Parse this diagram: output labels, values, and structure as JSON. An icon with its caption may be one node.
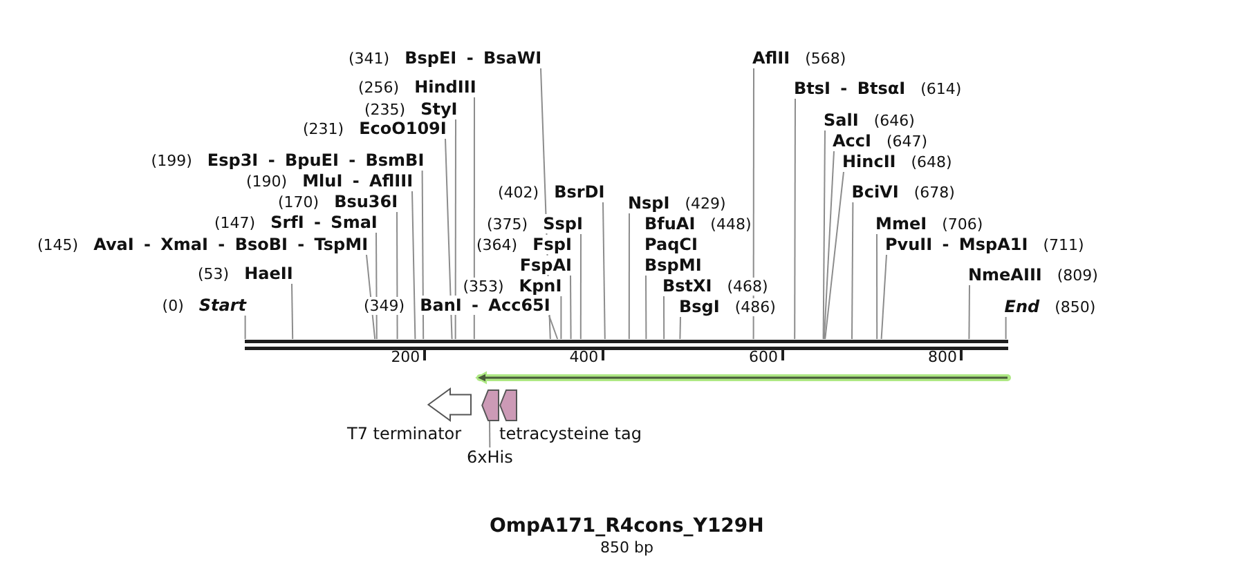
{
  "diagram": {
    "title": "OmpA171_R4cons_Y129H",
    "caption": "850 bp",
    "nodes": [
      {
        "text": [
          "(341)",
          "BspEI - BsaWI"
        ]
      },
      {
        "text": [
          "AflII",
          "(568)"
        ]
      },
      {
        "text": [
          "(256)",
          "HindIII"
        ]
      },
      {
        "text": [
          "BtsI - BtsαI",
          "(614)"
        ]
      },
      {
        "text": [
          "(235)",
          "StyI"
        ]
      },
      {
        "text": [
          "SalI",
          "(646)"
        ]
      },
      {
        "text": [
          "(231)",
          "EcoO109I"
        ]
      },
      {
        "text": [
          "AccI",
          "(647)"
        ]
      },
      {
        "text": [
          "(199)",
          "Esp3I - BpuEI - BsmBI"
        ]
      },
      {
        "text": [
          "HincII",
          "(648)"
        ]
      },
      {
        "text": [
          "(190)",
          "MluI - AflIII"
        ]
      },
      {
        "text": [
          "(402)",
          "BsrDI"
        ]
      },
      {
        "text": [
          "BciVI",
          "(678)"
        ]
      },
      {
        "text": [
          "(170)",
          "Bsu36I"
        ]
      },
      {
        "text": [
          "NspI",
          "(429)"
        ]
      },
      {
        "text": [
          "(147)",
          "SrfI - SmaI"
        ]
      },
      {
        "text": [
          "(375)",
          "SspI"
        ]
      },
      {
        "text": [
          "BfuAI",
          "(448)",
          "PaqCI",
          "BspMI"
        ]
      },
      {
        "text": [
          "MmeI",
          "(706)"
        ]
      },
      {
        "text": [
          "(145)",
          "AvaI - XmaI - BsoBI - TspMI"
        ]
      },
      {
        "text": [
          "(364)",
          "FspI",
          "FspAI"
        ]
      },
      {
        "text": [
          "PvuII - MspA1I",
          "(711)"
        ]
      },
      {
        "text": [
          "(53)",
          "HaeII"
        ]
      },
      {
        "text": [
          "NmeAIII",
          "(809)"
        ]
      },
      {
        "text": [
          "(353)",
          "KpnI"
        ]
      },
      {
        "text": [
          "BstXI",
          "(468)"
        ]
      },
      {
        "text": [
          "(0)",
          "Start"
        ]
      },
      {
        "text": [
          "(349)",
          "BanI - Acc65I"
        ]
      },
      {
        "text": [
          "End",
          "(850)"
        ]
      },
      {
        "text": [
          "BsgI",
          "(486)"
        ]
      },
      {
        "text": [],
        "shape": "bar"
      },
      {
        "text": [],
        "shape": "arrow"
      },
      {
        "text": [
          "T7 terminator"
        ]
      },
      {
        "text": [],
        "shape": "arrow"
      },
      {
        "text": [
          "tetracysteine tag"
        ]
      },
      {
        "text": [
          "6xHis"
        ]
      }
    ],
    "edges": [
      {
        "from": 0,
        "to": 30,
        "arrow": "none"
      },
      {
        "from": 1,
        "to": 30,
        "arrow": "none"
      },
      {
        "from": 2,
        "to": 30,
        "arrow": "none"
      },
      {
        "from": 3,
        "to": 30,
        "arrow": "none"
      },
      {
        "from": 4,
        "to": 30,
        "arrow": "none"
      },
      {
        "from": 5,
        "to": 30,
        "arrow": "none"
      },
      {
        "from": 6,
        "to": 30,
        "arrow": "none"
      },
      {
        "from": 7,
        "to": 30,
        "arrow": "none"
      },
      {
        "from": 8,
        "to": 30,
        "arrow": "none"
      },
      {
        "from": 9,
        "to": 30,
        "arrow": "none"
      },
      {
        "from": 10,
        "to": 30,
        "arrow": "none"
      },
      {
        "from": 11,
        "to": 30,
        "arrow": "none"
      },
      {
        "from": 12,
        "to": 30,
        "arrow": "none"
      },
      {
        "from": 13,
        "to": 30,
        "arrow": "none"
      },
      {
        "from": 14,
        "to": 30,
        "arrow": "none"
      },
      {
        "from": 15,
        "to": 30,
        "arrow": "none"
      },
      {
        "from": 16,
        "to": 30,
        "arrow": "none"
      },
      {
        "from": 17,
        "to": 30,
        "arrow": "none"
      },
      {
        "from": 18,
        "to": 30,
        "arrow": "none"
      },
      {
        "from": 19,
        "to": 30,
        "arrow": "none"
      },
      {
        "from": 20,
        "to": 30,
        "arrow": "none"
      },
      {
        "from": 21,
        "to": 30,
        "arrow": "none"
      },
      {
        "from": 22,
        "to": 30,
        "arrow": "none"
      },
      {
        "from": 23,
        "to": 30,
        "arrow": "none"
      },
      {
        "from": 24,
        "to": 30,
        "arrow": "none"
      },
      {
        "from": 25,
        "to": 30,
        "arrow": "none"
      },
      {
        "from": 26,
        "to": 30,
        "arrow": "none"
      },
      {
        "from": 27,
        "to": 30,
        "arrow": "none"
      },
      {
        "from": 28,
        "to": 30,
        "arrow": "none"
      },
      {
        "from": 29,
        "to": 30,
        "arrow": "none"
      },
      {
        "from": 35,
        "to": 33,
        "arrow": "none"
      }
    ],
    "labels": [
      "200",
      "400",
      "600",
      "800"
    ]
  }
}
